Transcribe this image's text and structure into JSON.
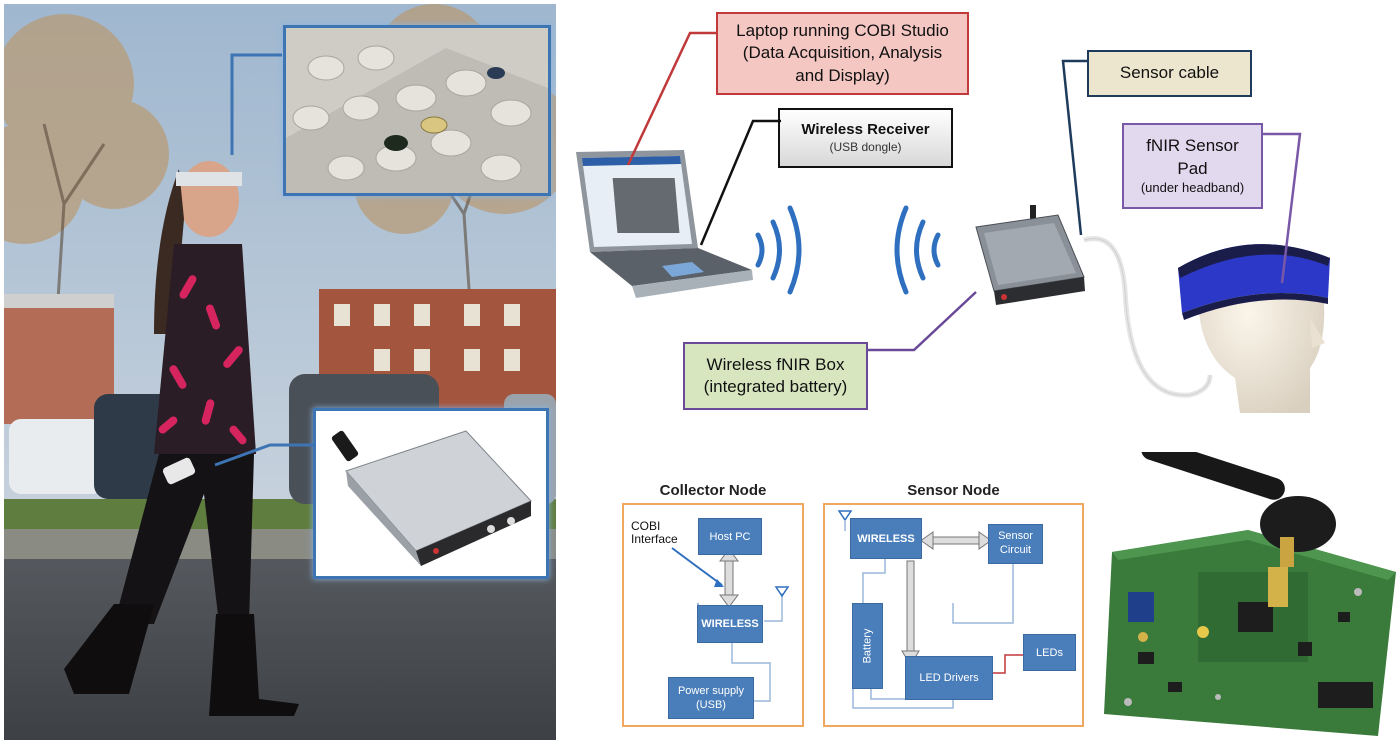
{
  "callouts": {
    "laptop": {
      "lines": [
        "Laptop running COBI Studio",
        "(Data Acquisition, Analysis",
        "and Display)"
      ]
    },
    "receiver": {
      "title": "Wireless Receiver",
      "sub": "(USB dongle)"
    },
    "sensor_cable": {
      "title": "Sensor cable"
    },
    "sensor_pad": {
      "lines": [
        "fNIR Sensor",
        "Pad"
      ],
      "sub": "(under headband)"
    },
    "fnir_box": {
      "lines": [
        "Wireless fNIR Box",
        "(integrated battery)"
      ]
    }
  },
  "collector_node": {
    "title": "Collector Node",
    "cobi_label": "COBI Interface",
    "host_pc": "Host PC",
    "wireless": "WIRELESS",
    "power": [
      "Power supply",
      "(USB)"
    ]
  },
  "sensor_node": {
    "title": "Sensor Node",
    "wireless": "WIRELESS",
    "sensor_circuit": [
      "Sensor",
      "Circuit"
    ],
    "battery": "Battery",
    "led_drivers": "LED Drivers",
    "leds": "LEDs"
  },
  "colors": {
    "laptop_callout": "#f4c7c3",
    "laptop_border": "#c0393b",
    "receiver_callout": "#e6e6e6",
    "cable_callout": "#ece6cf",
    "cable_border": "#1f3b5c",
    "pad_callout": "#e3d9ef",
    "pad_border": "#7a58a8",
    "box_callout": "#d8e6bf",
    "box_border": "#6a4a98",
    "block_blue": "#4a7ebb",
    "frame_orange": "#f0a860"
  }
}
